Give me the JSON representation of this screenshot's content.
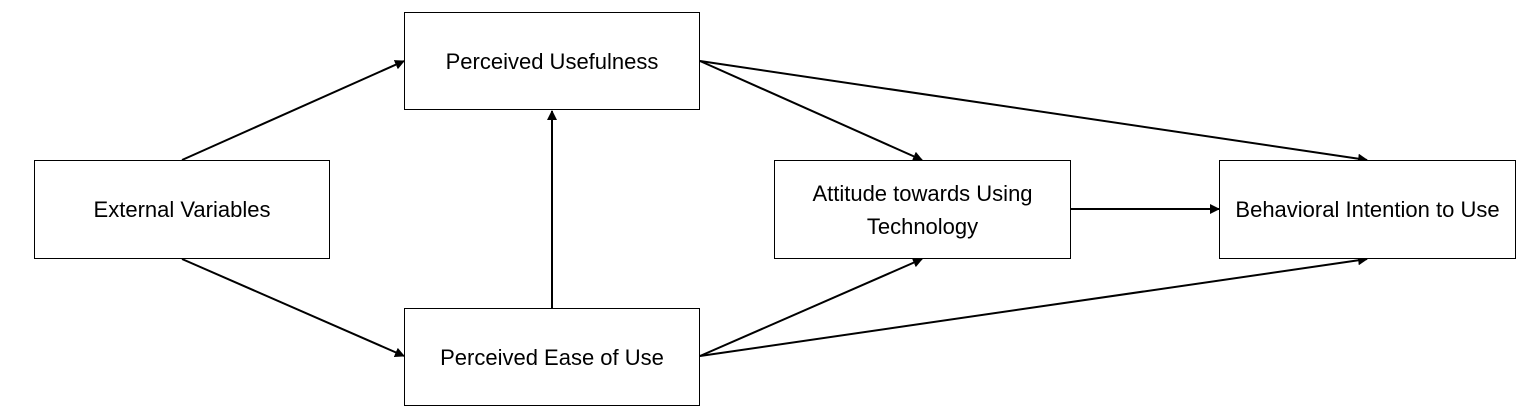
{
  "nodes": {
    "external": {
      "label": "External Variables"
    },
    "usefulness": {
      "label": "Perceived Usefulness"
    },
    "ease": {
      "label": "Perceived Ease of Use"
    },
    "attitude": {
      "label": "Attitude towards Using Technology"
    },
    "intention": {
      "label": "Behavioral Intention to Use"
    }
  },
  "edges": [
    {
      "from": "external",
      "to": "usefulness"
    },
    {
      "from": "external",
      "to": "ease"
    },
    {
      "from": "ease",
      "to": "usefulness"
    },
    {
      "from": "usefulness",
      "to": "attitude"
    },
    {
      "from": "usefulness",
      "to": "intention"
    },
    {
      "from": "ease",
      "to": "attitude"
    },
    {
      "from": "ease",
      "to": "intention"
    },
    {
      "from": "attitude",
      "to": "intention"
    }
  ],
  "colors": {
    "stroke": "#000000",
    "text": "#000000",
    "background": "#ffffff"
  }
}
